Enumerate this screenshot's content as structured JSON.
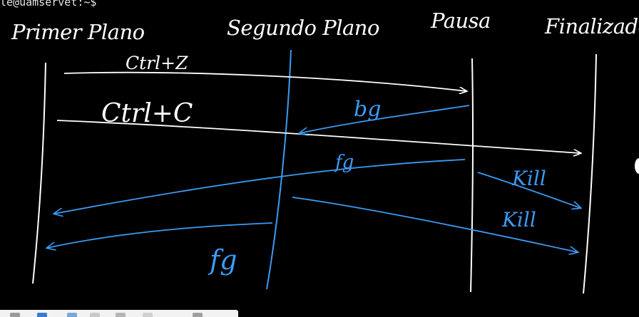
{
  "terminal": {
    "prompt": "le@uamservet:~$"
  },
  "columns": {
    "primer_plano": "Primer Plano",
    "segundo_plano": "Segundo Plano",
    "pausa": "Pausa",
    "finalizado": "Finalizado"
  },
  "transitions": {
    "ctrl_z": "Ctrl+Z",
    "ctrl_c": "Ctrl+C",
    "bg": "bg",
    "fg_upper": "fg",
    "kill_1": "Kill",
    "kill_2": "Kill",
    "fg_lower": "fg"
  },
  "colors": {
    "background": "#000000",
    "ink_white": "#ffffff",
    "ink_blue": "#3a9cf5"
  }
}
